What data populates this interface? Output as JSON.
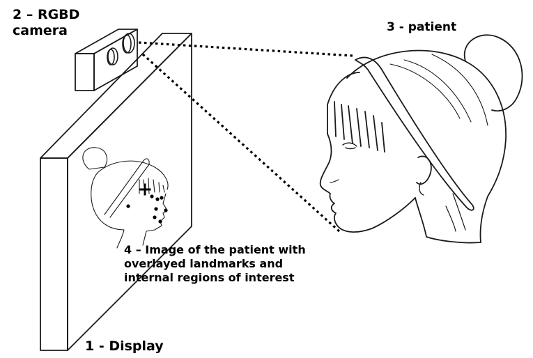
{
  "labels": {
    "camera_line1": "2 – RGBD",
    "camera_line2": "camera",
    "patient": "3 - patient",
    "image_line1": "4 – Image of the patient with",
    "image_line2": "overlayed landmarks and",
    "image_line3": "internal regions of interest",
    "display": "1 - Display"
  },
  "colors": {
    "ink": "#1a1a1a",
    "background": "#ffffff"
  },
  "icons": {
    "marker": "plus-cross"
  }
}
